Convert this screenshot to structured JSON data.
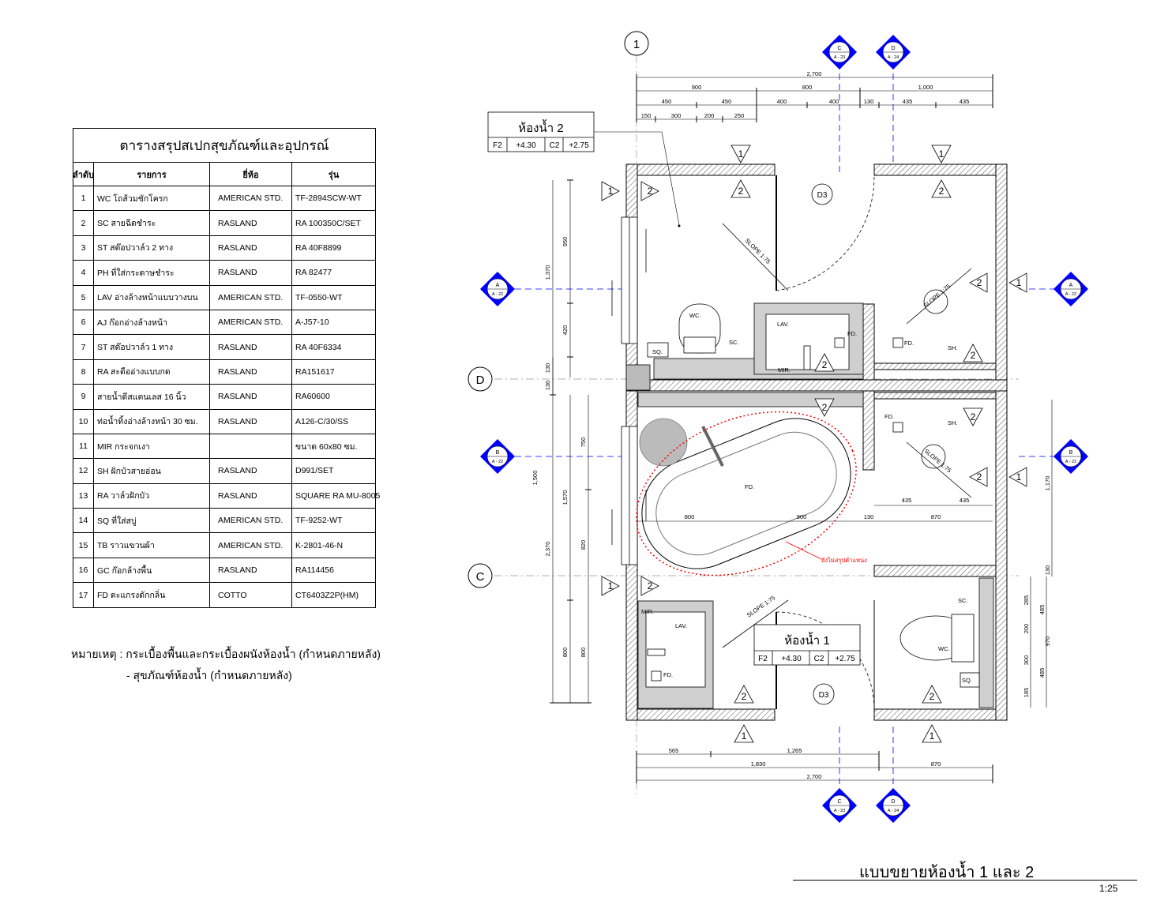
{
  "schedule": {
    "title": "ตารางสรุปสเปกสุขภัณฑ์และอุปกรณ์",
    "headers": [
      "ลำดับ",
      "รายการ",
      "ยี่ห้อ",
      "รุ่น"
    ],
    "rows": [
      {
        "no": "1",
        "item": "WC โถส้วมชักโครก",
        "brand": "AMERICAN STD.",
        "model": "TF-2894SCW-WT"
      },
      {
        "no": "2",
        "item": "SC สายฉีดชำระ",
        "brand": "RASLAND",
        "model": "RA 100350C/SET"
      },
      {
        "no": "3",
        "item": "ST สต๊อปวาล์ว 2 ทาง",
        "brand": "RASLAND",
        "model": "RA 40F8899"
      },
      {
        "no": "4",
        "item": "PH ที่ใส่กระดาษชำระ",
        "brand": "RASLAND",
        "model": "RA 82477"
      },
      {
        "no": "5",
        "item": "LAV อ่างล้างหน้าแบบวางบน",
        "brand": "AMERICAN STD.",
        "model": "TF-0550-WT"
      },
      {
        "no": "6",
        "item": "AJ ก๊อกอ่างล้างหน้า",
        "brand": "AMERICAN STD.",
        "model": "A-J57-10"
      },
      {
        "no": "7",
        "item": "ST สต๊อปวาล์ว 1 ทาง",
        "brand": "RASLAND",
        "model": "RA 40F6334"
      },
      {
        "no": "8",
        "item": "RA สะดืออ่างแบบกด",
        "brand": "RASLAND",
        "model": "RA151617"
      },
      {
        "no": "9",
        "item": "สายน้ำดีสแตนเลส 16 นิ้ว",
        "brand": "RASLAND",
        "model": "RA60600"
      },
      {
        "no": "10",
        "item": "ท่อน้ำทิ้งอ่างล้างหน้า 30 ซม.",
        "brand": "RASLAND",
        "model": "A126-C/30/SS"
      },
      {
        "no": "11",
        "item": "MIR กระจกเงา",
        "brand": "",
        "model": "ขนาด 60x80 ซม."
      },
      {
        "no": "12",
        "item": "SH ฝักบัวสายอ่อน",
        "brand": "RASLAND",
        "model": "D991/SET"
      },
      {
        "no": "13",
        "item": "RA วาล์วฝักบัว",
        "brand": "RASLAND",
        "model": "SQUARE RA MU-8005"
      },
      {
        "no": "14",
        "item": "SQ ที่ใส่สบู่",
        "brand": "AMERICAN STD.",
        "model": "TF-9252-WT"
      },
      {
        "no": "15",
        "item": "TB ราวแขวนผ้า",
        "brand": "AMERICAN STD.",
        "model": "K-2801-46-N"
      },
      {
        "no": "16",
        "item": "GC ก๊อกล้างพื้น",
        "brand": "RASLAND",
        "model": "RA114456"
      },
      {
        "no": "17",
        "item": "FD ตะแกรงดักกลิ่น",
        "brand": "COTTO",
        "model": "CT6403Z2P(HM)"
      }
    ]
  },
  "notes": {
    "line1": "หมายเหตุ : กระเบื้องพื้นและกระเบื้องผนังห้องน้ำ (กำหนดภายหลัง)",
    "line2": "- สุขภัณฑ์ห้องน้ำ (กำหนดภายหลัง)"
  },
  "plan": {
    "grid_1": "1",
    "grid_d": "D",
    "grid_c": "C",
    "sec_a": "A",
    "sec_b": "B",
    "sec_c": "C",
    "sec_d": "D",
    "ref_a22": "A - 22",
    "ref_a23": "A - 23",
    "ref_a24": "A - 24",
    "room2": "ห้องน้ำ 2",
    "room1": "ห้องน้ำ 1",
    "lvl_f": "F2",
    "lvl_fv": "+4.30",
    "lvl_c": "C2",
    "lvl_cv": "+2.75",
    "door": "D3",
    "wc": "WC.",
    "sc": "SC.",
    "sq": "SQ.",
    "lav": "LAV.",
    "mir": "MIR.",
    "fd": "FD.",
    "sh": "SH.",
    "slope": "SLOPE 1:75",
    "cloud_note": "ยังไม่สรุปตำแหน่ง",
    "tag1": "1",
    "tag2": "2",
    "dims": {
      "top_total": "2,700",
      "top_900": "900",
      "top_800": "800",
      "top_1000": "1,000",
      "t450a": "450",
      "t450b": "450",
      "t400a": "400",
      "t400b": "400",
      "t130": "130",
      "t435a": "435",
      "t435b": "435",
      "t150": "150",
      "t300": "300",
      "t200": "200",
      "t250": "250",
      "l1370": "1,370",
      "l950": "950",
      "l420": "420",
      "l130a": "130",
      "l130b": "130",
      "l1500": "1,500",
      "l1570": "1,570",
      "l2370": "2,370",
      "l750": "750",
      "l820": "820",
      "l800a": "800",
      "l800b": "800",
      "r1170": "1,170",
      "r130": "130",
      "r970": "970",
      "r285": "285",
      "r485a": "485",
      "r200": "200",
      "r300": "300",
      "r485b": "485",
      "r185": "185",
      "m800": "800",
      "m900": "900",
      "m130": "130",
      "m870": "870",
      "m435a": "435",
      "m435b": "435",
      "b565": "565",
      "b1265": "1,265",
      "b1830": "1,830",
      "b870": "870",
      "b2700": "2,700"
    }
  },
  "drawing": {
    "title": "แบบขยายห้องน้ำ 1 และ 2",
    "scale": "1:25"
  },
  "colors": {
    "section_marker": "#0000ff",
    "cloud": "#ff0000",
    "fixture_fill": "#d0d0d0"
  }
}
